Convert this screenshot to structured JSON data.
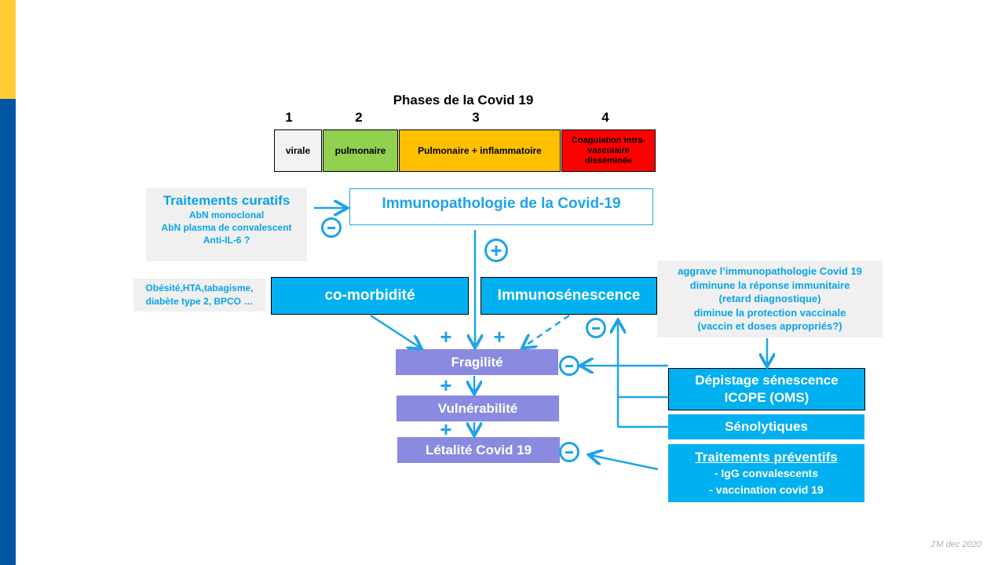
{
  "title": "Phases de la Covid 19",
  "phases": [
    {
      "num": "1",
      "label": "virale",
      "color": "#f2f2f2"
    },
    {
      "num": "2",
      "label": "pulmonaire",
      "color": "#92D050"
    },
    {
      "num": "3",
      "label": "Pulmonaire + inflammatoire",
      "color": "#FFC000"
    },
    {
      "num": "4",
      "label": "Coagulation intra-vasculaire disséminée",
      "color": "#FF0000"
    }
  ],
  "traitements_curatifs": {
    "title": "Traitements curatifs",
    "lines": [
      "AbN monoclonal",
      "AbN plasma de convalescent",
      "Anti-IL-6 ?"
    ]
  },
  "immunopathologie": "Immunopathologie  de la Covid-19",
  "comorbidite_list": [
    "Obésité,HTA,tabagisme,",
    "diabète type 2, BPCO …"
  ],
  "comorbidite": "co-morbidité",
  "immunosenescence": "Immunosénescence",
  "immuno_effects": [
    "aggrave l’immunopathologie Covid 19",
    "diminune la réponse immunitaire",
    "(retard diagnostique)",
    "diminue la protection vaccinale",
    "(vaccin et doses appropriés?)"
  ],
  "fragilite": "Fragilité",
  "vulnerabilite": "Vulnérabilité",
  "letalite": "Létalité Covid 19",
  "depistage": [
    "Dépistage sénescence",
    "ICOPE (OMS)"
  ],
  "senolytiques": "Sénolytiques",
  "traitements_preventifs": {
    "title": "Traitements préventifs",
    "lines": [
      "- IgG convalescents",
      "- vaccination covid 19"
    ]
  },
  "plus_sign": "+",
  "footer": "J'M dec 2020",
  "colors": {
    "accent": "#1ea3e8",
    "box_blue": "#00B0F0",
    "purple": "#8A8AE0"
  }
}
